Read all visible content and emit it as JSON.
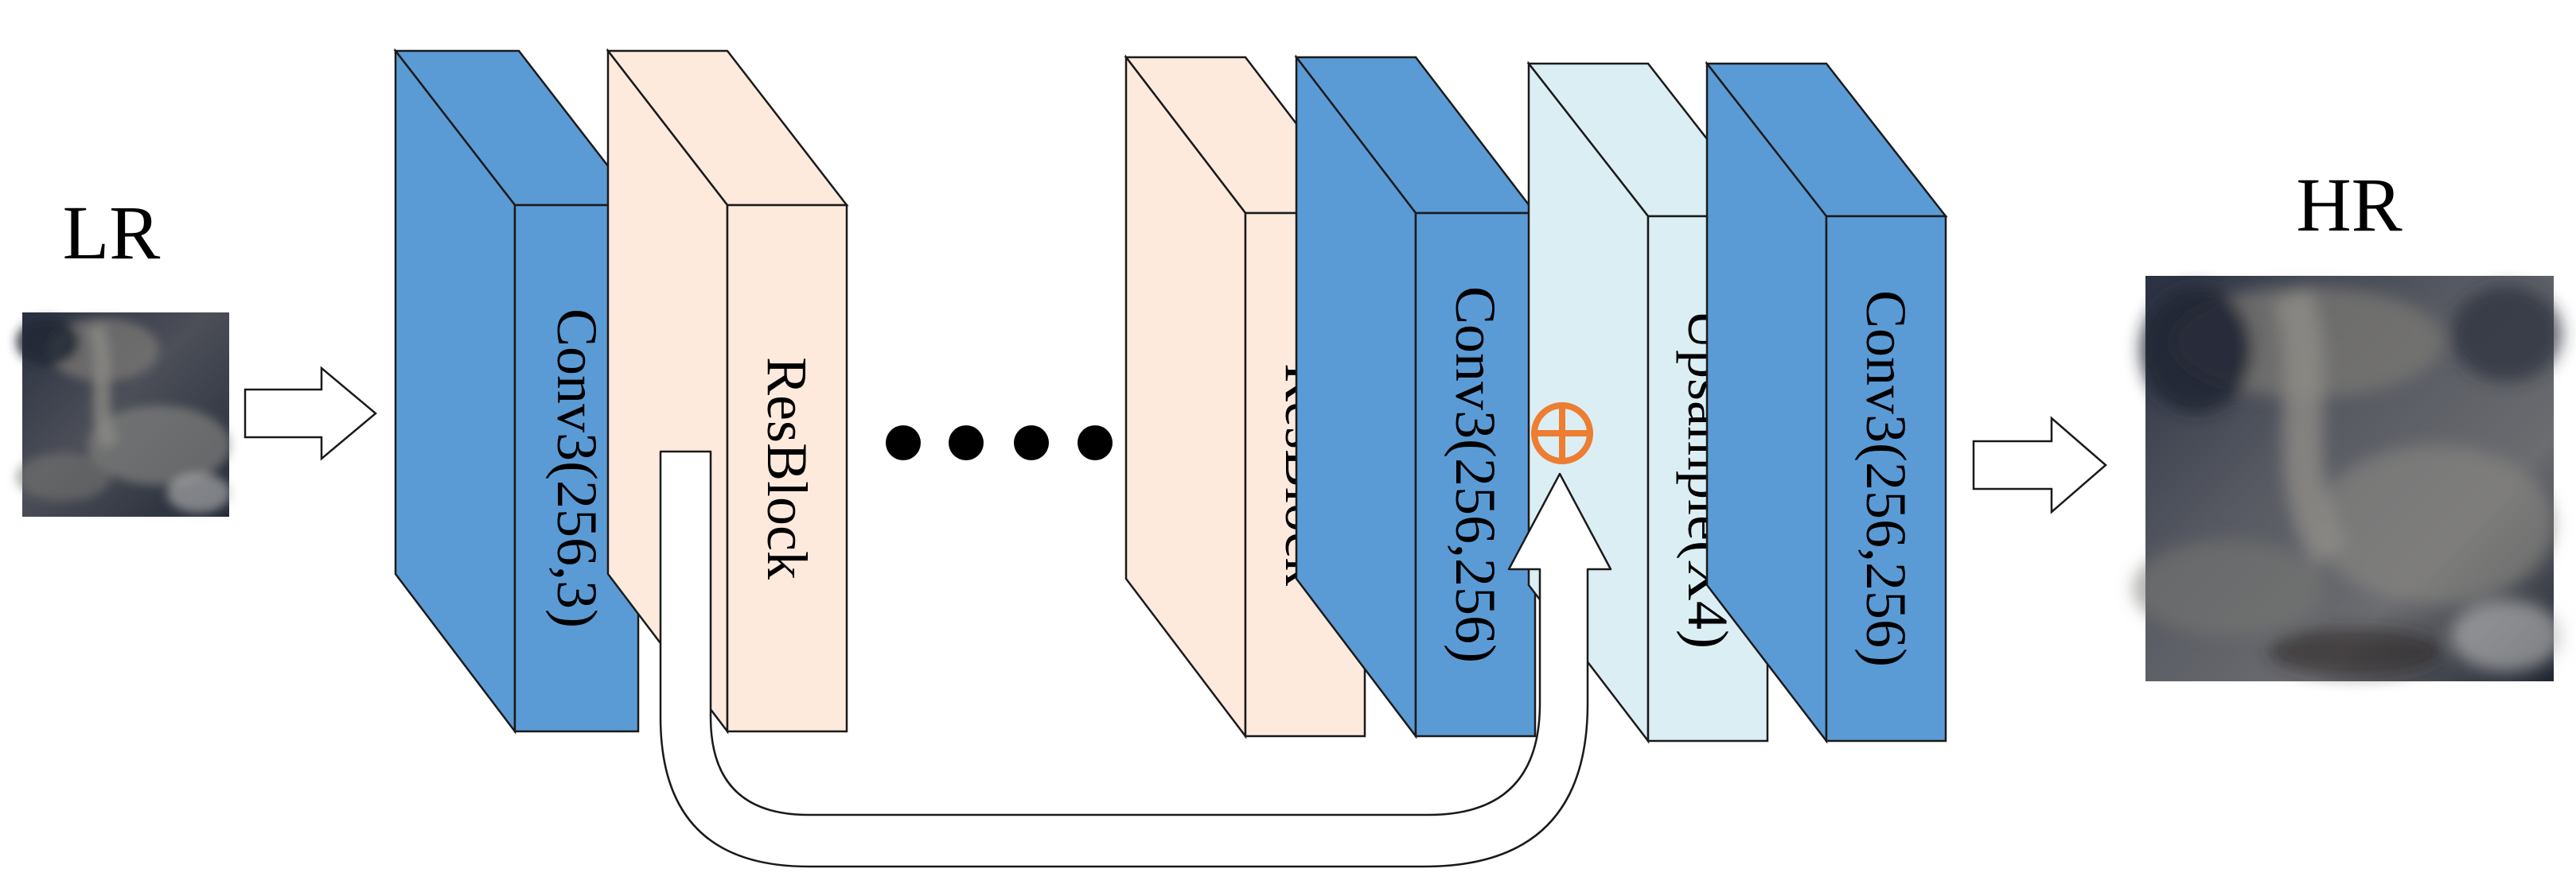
{
  "labels": {
    "input": "LR",
    "output": "HR"
  },
  "blocks": [
    {
      "id": "conv-in",
      "label": "Conv3(256,3)",
      "kind": "conv"
    },
    {
      "id": "resblock-first",
      "label": "ResBlock",
      "kind": "resblock"
    },
    {
      "id": "resblock-last",
      "label": "ResBlock",
      "kind": "resblock"
    },
    {
      "id": "conv-mid",
      "label": "Conv3(256,256)",
      "kind": "conv"
    },
    {
      "id": "upsample",
      "label": "Upsample(X4)",
      "kind": "upsample"
    },
    {
      "id": "conv-out",
      "label": "Conv3(256,256)",
      "kind": "conv"
    }
  ],
  "colors": {
    "conv": "#5b9bd5",
    "resblock": "#fdeadd",
    "upsample": "#dbeef4",
    "add_operator": "#ed7d31",
    "stroke": "#1a1a1a"
  },
  "icons": {
    "ellipsis": "dots-ellipsis-icon",
    "add": "circled-plus-icon",
    "input_arrow": "right-arrow-icon",
    "output_arrow": "right-arrow-icon",
    "skip": "skip-connection-arrow"
  }
}
